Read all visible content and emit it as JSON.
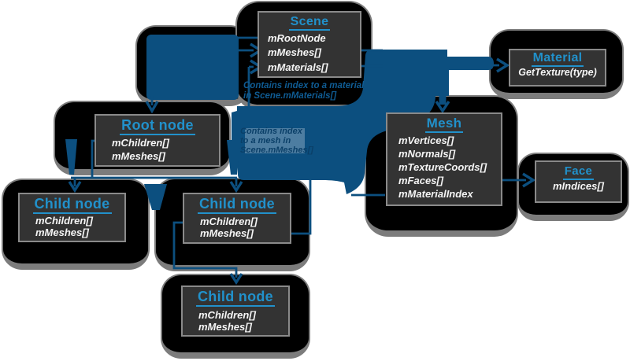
{
  "diagram": {
    "boxes": {
      "scene": {
        "title": "Scene",
        "members": [
          "mRootNode",
          "mMeshes[]",
          "mMaterials[]"
        ]
      },
      "root_node": {
        "title": "Root node",
        "members": [
          "mChildren[]",
          "mMeshes[]"
        ]
      },
      "child_left": {
        "title": "Child node",
        "members": [
          "mChildren[]",
          "mMeshes[]"
        ]
      },
      "child_middle": {
        "title": "Child node",
        "members": [
          "mChildren[]",
          "mMeshes[]"
        ]
      },
      "child_bottom": {
        "title": "Child node",
        "members": [
          "mChildren[]",
          "mMeshes[]"
        ]
      },
      "mesh": {
        "title": "Mesh",
        "members": [
          "mVertices[]",
          "mNormals[]",
          "mTextureCoords[]",
          "mFaces[]",
          "mMaterialIndex"
        ]
      },
      "material": {
        "title": "Material",
        "members": [
          "GetTexture(type)"
        ]
      },
      "face": {
        "title": "Face",
        "members": [
          "mIndices[]"
        ]
      }
    },
    "annotations": {
      "material_note": {
        "line1": "Contains index to a material",
        "line2": "in Scene.mMaterials[]"
      },
      "mesh_note": {
        "line1": "Contains index",
        "line2": "to a mesh in",
        "line3": "Scene.mMeshes[]"
      }
    },
    "colors": {
      "connector_blue": "#0c4f7f",
      "title_blue": "#2191cb",
      "box_bg": "#333333",
      "box_border": "#8a8a8a",
      "blob_bg": "#000000",
      "blob_border": "#7c7c7c"
    }
  }
}
